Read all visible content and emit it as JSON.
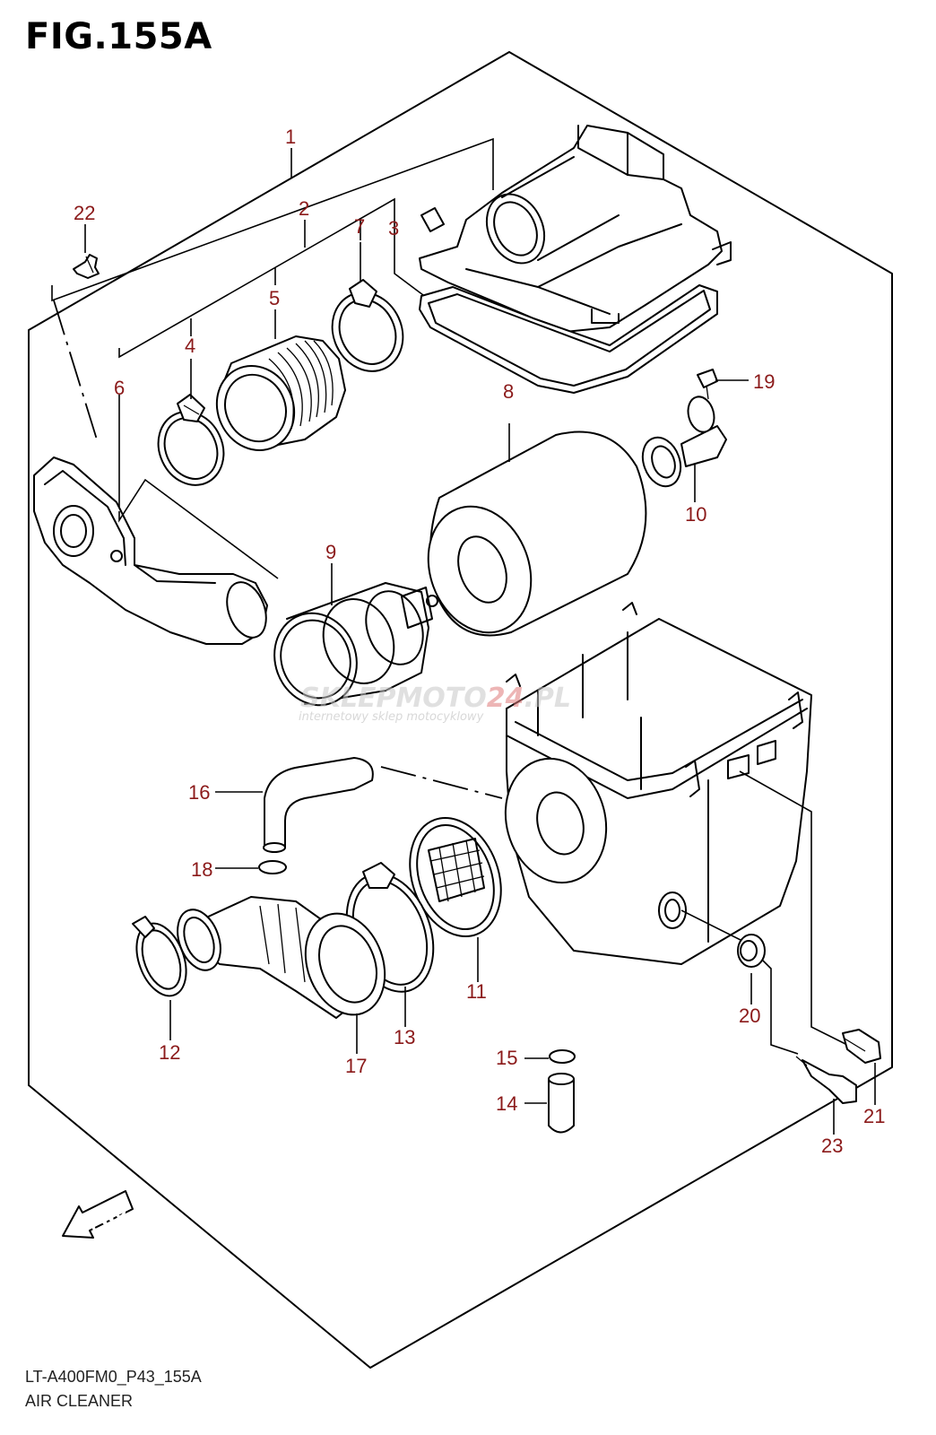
{
  "figure": {
    "title": "FIG.155A",
    "code": "LT-A400FM0_P43_155A",
    "name": "AIR CLEANER"
  },
  "direction_arrow": {
    "label": "FWD"
  },
  "watermark": {
    "brand_prefix": "SKLEPMOTO",
    "brand_accent": "24",
    "brand_suffix": ".PL",
    "tagline": "internetowy sklep motocyklowy"
  },
  "parts": [
    {
      "number": "1"
    },
    {
      "number": "2"
    },
    {
      "number": "3"
    },
    {
      "number": "4"
    },
    {
      "number": "5"
    },
    {
      "number": "6"
    },
    {
      "number": "7"
    },
    {
      "number": "8"
    },
    {
      "number": "9"
    },
    {
      "number": "10"
    },
    {
      "number": "11"
    },
    {
      "number": "12"
    },
    {
      "number": "13"
    },
    {
      "number": "14"
    },
    {
      "number": "15"
    },
    {
      "number": "16"
    },
    {
      "number": "17"
    },
    {
      "number": "18"
    },
    {
      "number": "19"
    },
    {
      "number": "20"
    },
    {
      "number": "21"
    },
    {
      "number": "22"
    },
    {
      "number": "23"
    }
  ],
  "colors": {
    "label": "#8b1a1a",
    "line": "#000000"
  }
}
